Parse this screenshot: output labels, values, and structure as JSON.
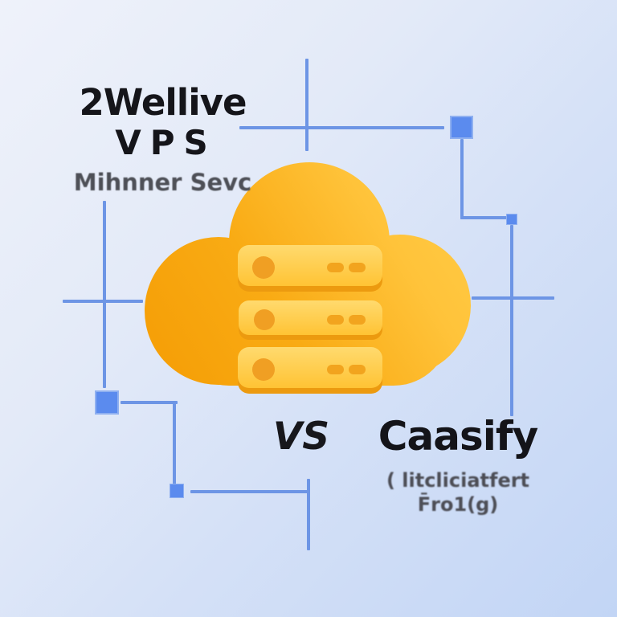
{
  "background": {
    "start": "#eff2fa",
    "end": "#c2d5f5"
  },
  "accents": {
    "line_blue": "#6d95e5",
    "node_blue": "#5b8bee",
    "cloud_orange": "#f59d05",
    "cloud_yellow": "#ffcb45",
    "rack_yellow": "#ffd96c",
    "text_dark": "#15151a",
    "text_gray": "#4e5057"
  },
  "left_heading": {
    "line1": "2Wellive",
    "line2": "VPS",
    "subtitle": "Mihnner Sevc"
  },
  "versus": {
    "label": "VS"
  },
  "right_heading": {
    "title": "Caasify",
    "subtitle_line1": "( litcliciatfert",
    "subtitle_line2": "F̄ro1(g)"
  },
  "icon": {
    "name": "cloud-server",
    "rack_count": 3
  }
}
